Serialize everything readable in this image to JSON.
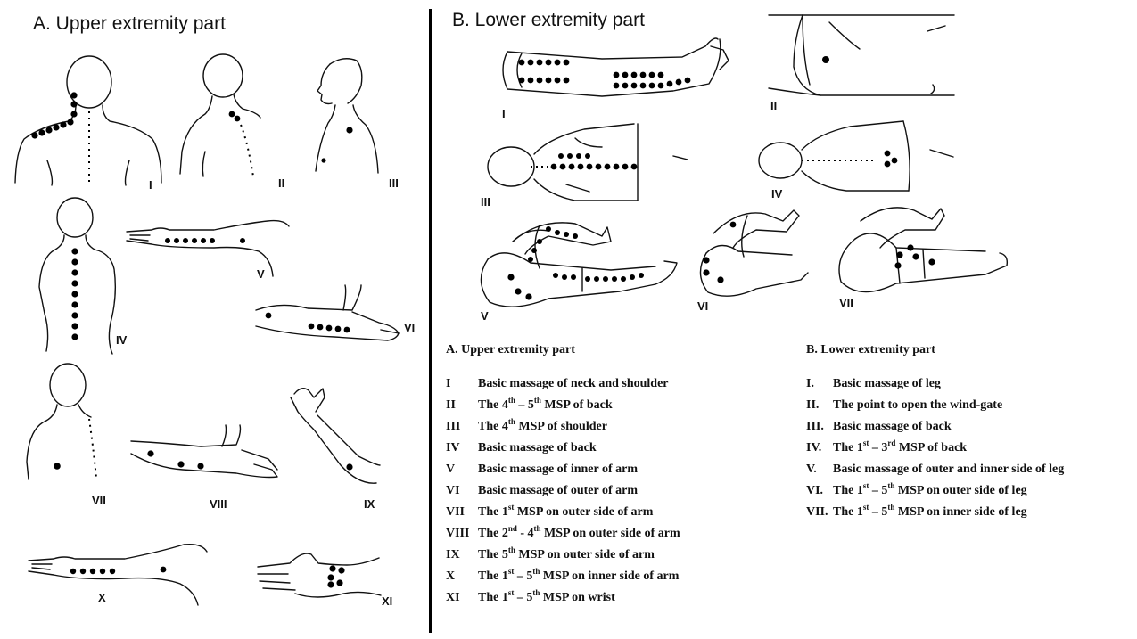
{
  "panels": {
    "upper_title": "A. Upper extremity part",
    "lower_title": "B. Lower extremity part"
  },
  "figures": {
    "upper": [
      "I",
      "II",
      "III",
      "IV",
      "V",
      "VI",
      "VII",
      "VIII",
      "IX",
      "X",
      "XI"
    ],
    "lower": [
      "I",
      "II",
      "III",
      "IV",
      "V",
      "VI",
      "VII"
    ]
  },
  "legend": {
    "upper": {
      "heading": "A. Upper  extremity  part",
      "items": [
        {
          "num": "I",
          "html": "Basic massage of neck and shoulder"
        },
        {
          "num": "II",
          "html": "The 4<sup>th</sup>  – 5<sup>th</sup>  MSP of back"
        },
        {
          "num": "III",
          "html": "The 4<sup>th</sup>  MSP of shoulder"
        },
        {
          "num": "IV",
          "html": "Basic massage of back"
        },
        {
          "num": "V",
          "html": "Basic massage of inner of arm"
        },
        {
          "num": "VI",
          "html": "Basic massage of outer of arm"
        },
        {
          "num": "VII",
          "html": "The 1<sup>st</sup>  MSP on outer side of arm"
        },
        {
          "num": "VIII",
          "html": "The 2<sup>nd</sup> - 4<sup>th</sup> MSP on outer side of arm"
        },
        {
          "num": "IX",
          "html": "The 5<sup>th</sup> MSP on outer side of arm"
        },
        {
          "num": "X",
          "html": "The 1<sup>st</sup> – 5<sup>th</sup>  MSP on inner side of arm"
        },
        {
          "num": "XI",
          "html": "The 1<sup>st</sup> – 5<sup>th</sup>  MSP on wrist"
        }
      ]
    },
    "lower": {
      "heading": "B. Lower  extremity  part",
      "items": [
        {
          "num": "I.",
          "html": "Basic massage of leg"
        },
        {
          "num": "II.",
          "html": "The  point  to  open  the  wind-gate"
        },
        {
          "num": "III.",
          "html": "Basic massage of back"
        },
        {
          "num": "IV.",
          "html": "The 1<sup>st</sup> – 3<sup>rd</sup> MSP of back"
        },
        {
          "num": "V.",
          "html": "Basic massage of outer and inner side of leg"
        },
        {
          "num": "VI.",
          "html": "The 1<sup>st</sup> – 5<sup>th</sup>  MSP on outer side of leg"
        },
        {
          "num": "VII.",
          "html": "The 1<sup>st</sup> – 5<sup>th</sup>  MSP on inner side of leg"
        }
      ]
    }
  }
}
